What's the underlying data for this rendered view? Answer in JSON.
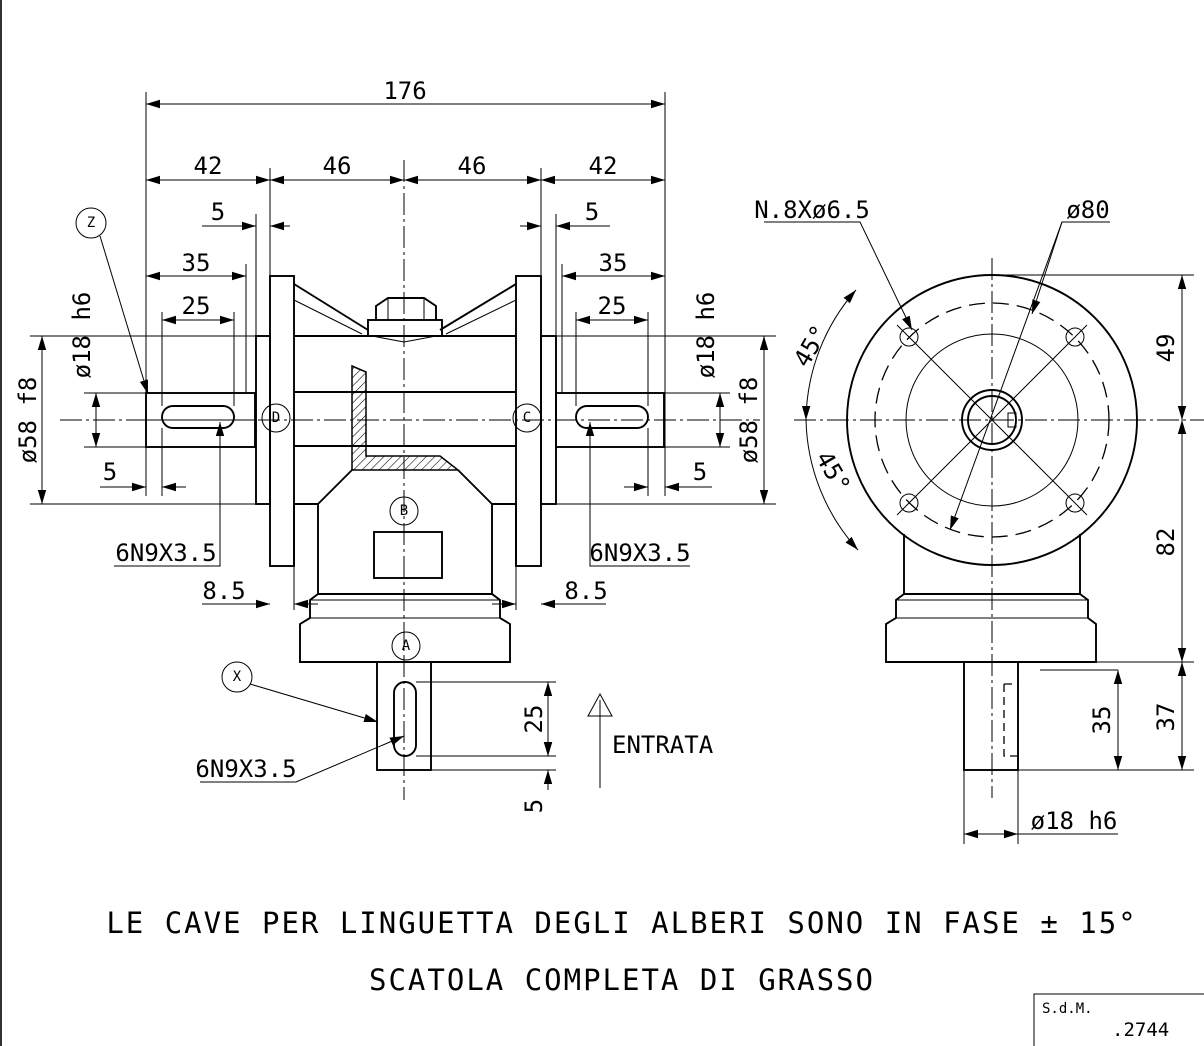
{
  "dimensions": {
    "overall_length": "176",
    "flange_left": "42",
    "half_left": "46",
    "half_right": "46",
    "flange_right": "42",
    "offset_left": "5",
    "offset_right": "5",
    "keyway_span_left": "35",
    "keyway_span_right": "35",
    "keyway_len_left": "25",
    "keyway_len_right": "25",
    "shaft_dia_left": "ø18 h6",
    "shaft_dia_right": "ø18 h6",
    "body_dia_left": "ø58 f8",
    "body_dia_right": "ø58 f8",
    "end_gap_left": "5",
    "end_gap_right": "5",
    "key_left": "6N9X3.5",
    "key_right": "6N9X3.5",
    "spigot_left": "8.5",
    "spigot_right": "8.5",
    "input_key_len": "25",
    "input_end_gap": "5",
    "input_key": "6N9X3.5",
    "holes": "N.8Xø6.5",
    "bolt_circle": "ø80",
    "angle_top": "45°",
    "angle_bottom": "45°",
    "height_top": "49",
    "height_bottom": "82",
    "shaft_len_total": "37",
    "shaft_len": "35",
    "side_shaft_dia": "ø18 h6"
  },
  "labels": {
    "z": "Z",
    "x": "X",
    "a": "A",
    "b": "B",
    "c": "C",
    "d": "D"
  },
  "input_label": "ENTRATA",
  "notes": {
    "line1": "LE CAVE PER LINGUETTA DEGLI ALBERI SONO IN FASE ± 15°",
    "line2": "SCATOLA COMPLETA DI GRASSO"
  },
  "title_block": {
    "label": "S.d.M.",
    "code": ".2744"
  }
}
